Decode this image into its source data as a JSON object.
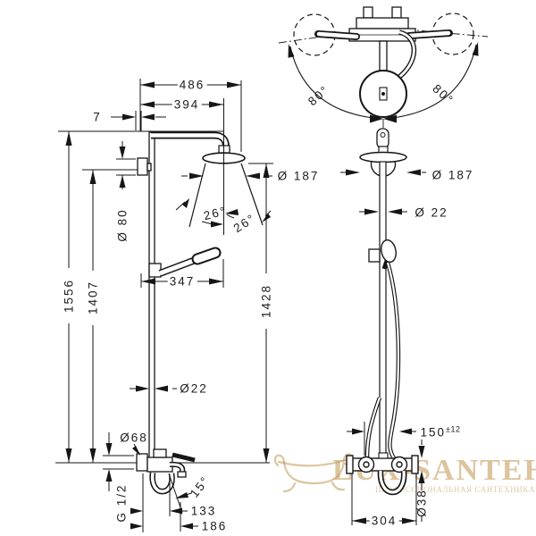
{
  "watermark": {
    "brand": "LUX-SANTEH",
    "tagline": "ПРОФЕССИОНАЛЬНАЯ САНТЕХНИКА",
    "color": "#c6a062"
  },
  "side_view": {
    "width_arm": "486",
    "width_head_center": "394",
    "offset_wall": "7",
    "height_total": "1556",
    "height_bar": "1407",
    "height_head": "1428",
    "bracket_dia": "Ø 80",
    "head_dia": "Ø 187",
    "spray_angle_left": "26°",
    "spray_angle_right": "26°",
    "hand_shower_reach": "347",
    "pipe_dia": "Ø22",
    "escutcheon_dia": "Ø68",
    "thread": "G 1/2",
    "spout_reach": "133",
    "spout_reach_outer": "186",
    "spout_angle": "15°"
  },
  "front_view": {
    "swivel_left": "80°",
    "swivel_right": "80°",
    "head_dia": "Ø 187",
    "pipe_dia": "Ø 22",
    "connection_spacing": "150",
    "connection_tolerance": "±12",
    "mixer_width": "304",
    "mixer_dia": "Ø38"
  }
}
